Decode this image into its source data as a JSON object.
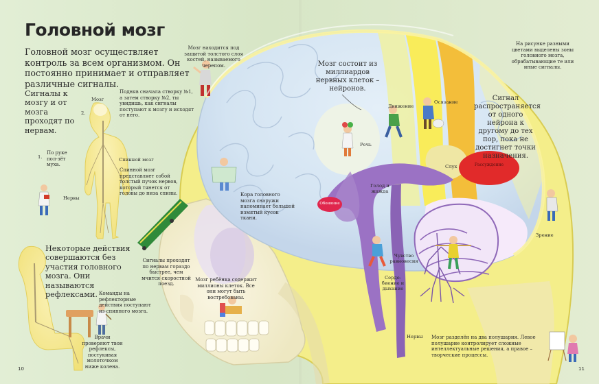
{
  "title": "Головной мозг",
  "intro": "Головной мозг осуществляет контроль за всем организмом. Он постоянно принимает и отправляет различные сигналы.",
  "signals_text": "Сигналы к мозгу и от мозга проходят по нервам.",
  "brain_label": "Мозг",
  "num_1": "1.",
  "num_2": "2.",
  "hand_note": "Подняв сначала створку №1, а затем створку №2, ты увидишь, как сигналы поступают к мозгу и исходят от него.",
  "arm_label": "По руке пол-зёт муха.",
  "spinal_label": "Спинной мозг",
  "spinal_desc": "Спинной мозг представляет собой толстый пучок нервов, который тянется от головы до низа спины.",
  "nerves_label_left": "Нервы",
  "reflex_text": "Некоторые действия совершаются без участия головного мозга. Они называются рефлексами.",
  "reflex_note": "Команды на рефлекторные действия поступают из спинного мозга.",
  "doctor_note": "Врачи проверяют твои рефлексы, постукивая молоточком ниже колена.",
  "skull_note": "Мозг находится под защитой толстого слоя костей, называемого черепом.",
  "cells_text": "Мозг состоит из миллиардов нервных клеток – нейронов.",
  "movement_label": "Движение",
  "touch_label": "Осязание",
  "speech_label": "Речь",
  "hearing_label": "Слух",
  "signal_text": "Сигнал распространяется от одного нейрона к другому до тех пор, пока не достигнет точки назначения.",
  "color_note": "На рисунке разными цветами выделены зоны головного мозга, обрабатывающие те или иные сигналы.",
  "reasoning_label": "Рассуждение",
  "hunger_label": "Голод и жажда",
  "smell_label": "Обоняние",
  "vision_label": "Зрение",
  "cortex_note": "Кора головного мозга снаружи напоминает большой измятый кусок ткани.",
  "train_note": "Сигналы проходят по нервам гораздо быстрее, чем мчится скоростной поезд.",
  "balance_label": "Чувство равновесия",
  "heart_label": "Серде- биение и дыхание",
  "child_note": "Мозг ребёнка содержит миллионы клеток. Все они могут быть востребованы.",
  "nerves_label_right": "Нервы",
  "hemisphere_note": "Мозг разделён на два полушария. Левое полушарие контролирует сложные интеллектуальные решения, а правое – творческие процессы.",
  "page_left": "10",
  "page_right": "11"
}
